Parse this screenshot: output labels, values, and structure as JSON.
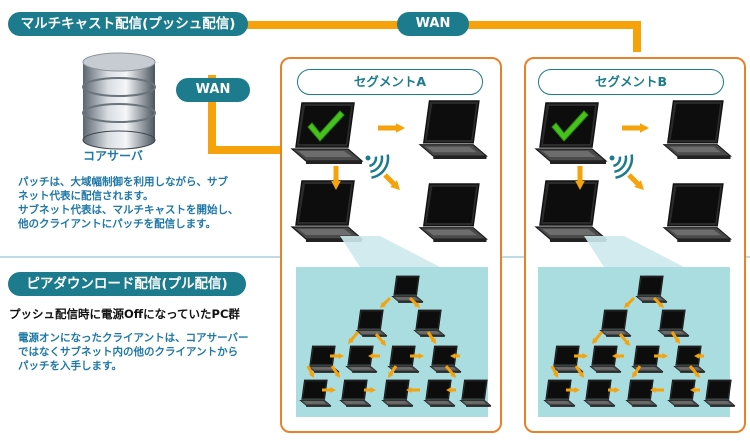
{
  "multicast": {
    "title": "マルチキャスト配信(プッシュ配信)",
    "wan_top": "WAN",
    "wan_left": "WAN",
    "server_label": "コアサーバ",
    "desc_lines": [
      "パッチは、大域幅制御を利用しながら、サブ",
      "ネット代表に配信されます。",
      "サブネット代表は、マルチキャストを開始し、",
      "他のクライアントにパッチを配信します。"
    ]
  },
  "peer": {
    "title": "ピアダウンロード配信(プル配信)",
    "subtitle": "プッシュ配信時に電源Offになっていた",
    "subtitle_suffix": "PC群",
    "desc_lines": [
      "電源オンになったクライアントは、コアサーバー",
      "ではなくサブネット内の他のクライアントから",
      "パッチを入手します。"
    ]
  },
  "segments": [
    {
      "label": "セグメントA"
    },
    {
      "label": "セグメントB"
    }
  ],
  "colors": {
    "teal": "#1c7b8c",
    "orange": "#f5a20b",
    "border_orange": "#e8822a",
    "light_teal": "#a9dde0",
    "text_blue": "#1f78a8"
  }
}
